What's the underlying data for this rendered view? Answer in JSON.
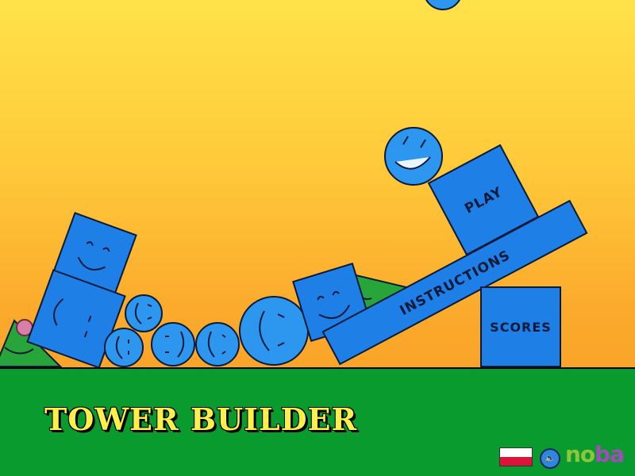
{
  "game": {
    "title": "TOWER BUILDER"
  },
  "menu": {
    "play_label": "PLAY",
    "instructions_label": "INSTRUCTIONS",
    "scores_label": "SCORES"
  },
  "footer": {
    "language_flag": "poland-flag-icon",
    "sound_icon": "speaker-icon",
    "logo_part1": "no",
    "logo_part2": "ba"
  },
  "colors": {
    "block_blue": "#1e7fe6",
    "ball_blue": "#2d97f0",
    "ground_green": "#0a9b2f",
    "triangle_green": "#27a53a",
    "title_yellow": "#ffef4a"
  }
}
